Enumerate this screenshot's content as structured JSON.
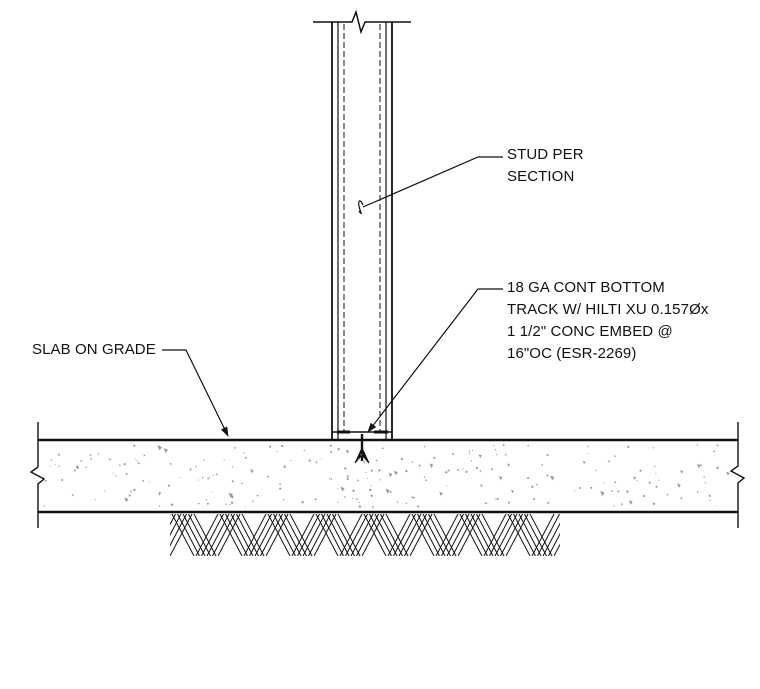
{
  "drawing": {
    "notes": {
      "stud": {
        "line1": "STUD PER",
        "line2": "SECTION"
      },
      "track": {
        "line1": "18 GA CONT BOTTOM",
        "line2": "TRACK W/ HILTI XU 0.157Øx",
        "line3": "1 1/2\" CONC EMBED @",
        "line4": "16\"OC (ESR-2269)"
      },
      "slab": {
        "line1": "SLAB ON GRADE"
      }
    },
    "colors": {
      "linework": "#111111",
      "background": "#ffffff",
      "stipple": "#9a9a9a"
    }
  }
}
